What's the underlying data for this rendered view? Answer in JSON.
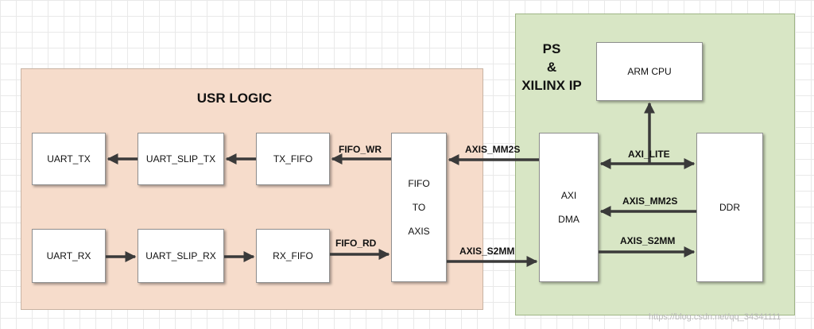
{
  "regions": {
    "usr_logic": "USR LOGIC",
    "ps_xilinx": "PS\n&\nXILINX IP"
  },
  "blocks": {
    "uart_tx": "UART_TX",
    "uart_slip_tx": "UART_SLIP_TX",
    "tx_fifo": "TX_FIFO",
    "uart_rx": "UART_RX",
    "uart_slip_rx": "UART_SLIP_RX",
    "rx_fifo": "RX_FIFO",
    "fifo_to_axis": [
      "FIFO",
      "TO",
      "AXIS"
    ],
    "arm_cpu": "ARM CPU",
    "axi_dma": [
      "AXI",
      "DMA"
    ],
    "ddr": "DDR"
  },
  "signals": {
    "fifo_wr": "FIFO_WR",
    "fifo_rd": "FIFO_RD",
    "axis_mm2s_left": "AXIS_MM2S",
    "axis_s2mm_left": "AXIS_S2MM",
    "axi_lite": "AXI_LITE",
    "axis_mm2s_right": "AXIS_MM2S",
    "axis_s2mm_right": "AXIS_S2MM"
  },
  "watermark": "https://blog.csdn.net/qq_34341111",
  "colors": {
    "usr_fill": "#f6dccb",
    "ps_fill": "#d8e6c5",
    "arrow": "#3a3a3a"
  }
}
